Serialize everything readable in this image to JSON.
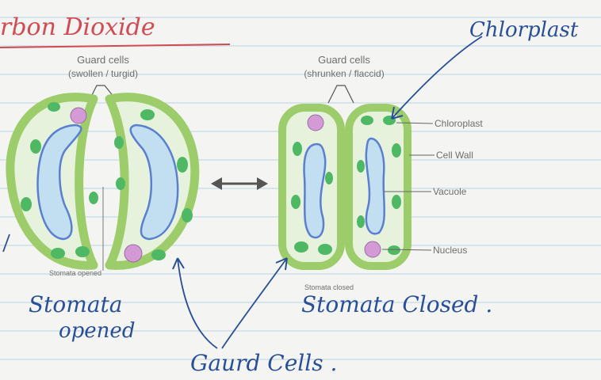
{
  "heading": "rbon Dioxide",
  "left_diagram": {
    "title_line1": "Guard cells",
    "title_line2": "(swollen / turgid)",
    "caption": "Stomata opened"
  },
  "right_diagram": {
    "title_line1": "Guard cells",
    "title_line2": "(shrunken / flaccid)",
    "caption": "Stomata closed",
    "labels": {
      "chloroplast": "Chloroplast",
      "cell_wall": "Cell Wall",
      "vacuole": "Vacuole",
      "nucleus": "Nucleus"
    }
  },
  "handwritten": {
    "chloroplast": "Chlorplast",
    "stomata_opened_line1": "Stomata",
    "stomata_opened_line2": "opened",
    "stomata_closed": "Stomata Closed .",
    "guard_cells": "Gaurd Cells ."
  },
  "colors": {
    "paper": "#f4f5f2",
    "rule_line": "#bcd4e6",
    "margin_line": "#f0b9c4",
    "cell_wall": "#9dcc6a",
    "cytoplasm": "#e6f2dc",
    "vacuole_fill": "#c2dff2",
    "vacuole_edge": "#5a7fd0",
    "chloroplast": "#4fb865",
    "nucleus": "#d49ad6",
    "ink_blue": "#2a4f9a",
    "ink_red": "#d24a52"
  }
}
